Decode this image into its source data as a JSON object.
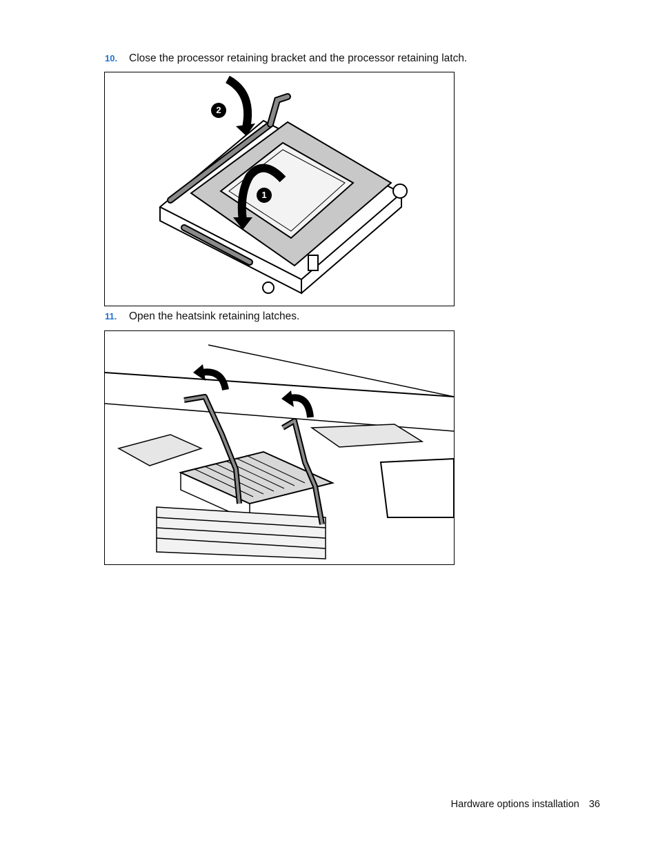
{
  "steps": [
    {
      "number": "10.",
      "text": "Close the processor retaining bracket and the processor retaining latch."
    },
    {
      "number": "11.",
      "text": "Open the heatsink retaining latches."
    }
  ],
  "figure1": {
    "callouts": [
      "2",
      "1"
    ]
  },
  "footer": {
    "section": "Hardware options installation",
    "page": "36"
  },
  "colors": {
    "step_number": "#1f6fd1",
    "bracket_gray": "#c8c8c8",
    "latch_gray": "#8a8a8a"
  }
}
